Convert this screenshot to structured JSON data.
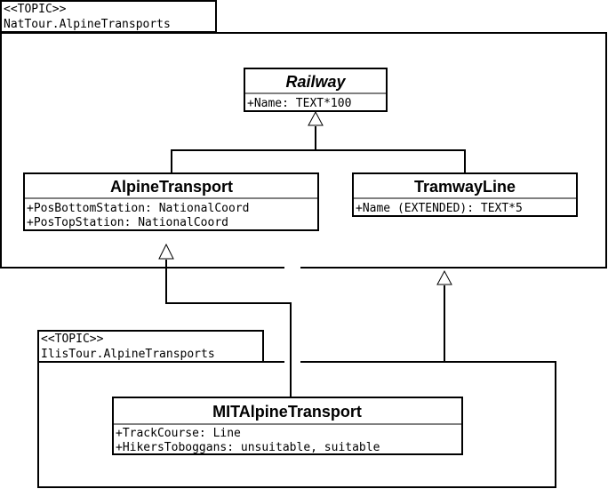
{
  "topic_nat": {
    "stereotype": "<<TOPIC>>",
    "name": "NatTour.AlpineTransports"
  },
  "topic_ilis": {
    "stereotype": "<<TOPIC>>",
    "name": "IlisTour.AlpineTransports"
  },
  "railway": {
    "name": "Railway",
    "attributes": [
      "+Name: TEXT*100"
    ]
  },
  "alpine_transport": {
    "name": "AlpineTransport",
    "attributes": [
      "+PosBottomStation: NationalCoord",
      "+PosTopStation: NationalCoord"
    ]
  },
  "tramway_line": {
    "name": "TramwayLine",
    "attributes": [
      "+Name (EXTENDED): TEXT*5"
    ]
  },
  "mit_alpine_transport": {
    "name": "MITAlpineTransport",
    "attributes": [
      "+TrackCourse: Line",
      "+HikersToboggans: unsuitable, suitable"
    ]
  }
}
